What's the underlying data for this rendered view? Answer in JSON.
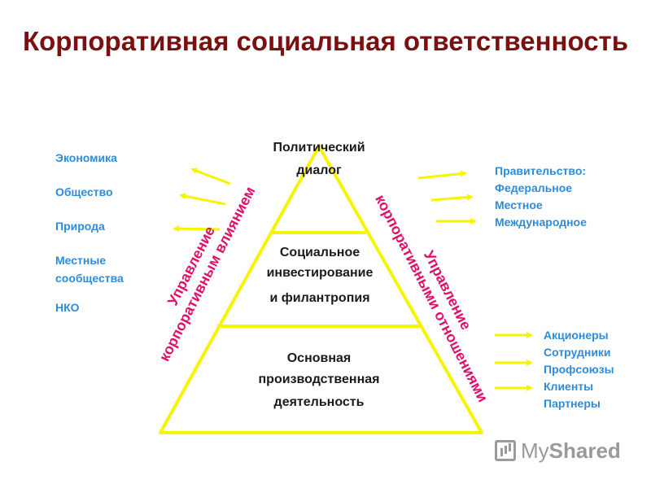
{
  "title": "Корпоративная социальная ответственность",
  "pyramid": {
    "top": [
      "Политический",
      "диалог"
    ],
    "middle": [
      "Социальное",
      "инвестирование",
      "и филантропия"
    ],
    "bottom": [
      "Основная",
      "производственная",
      "деятельность"
    ]
  },
  "left_side": {
    "rotated": [
      "Управление",
      "корпоративным влиянием"
    ],
    "items": [
      "Экономика",
      "Общество",
      "Природа",
      "Местные",
      "сообщества",
      "НКО"
    ]
  },
  "right_side": {
    "rotated": [
      "Управление",
      "корпоративными отношениями"
    ],
    "government": [
      "Правительство:",
      "Федеральное",
      "Местное",
      "Международное"
    ],
    "stakeholders": [
      "Акционеры",
      "Сотрудники",
      "Профсоюзы",
      "Клиенты",
      "Партнеры"
    ]
  },
  "watermark": {
    "my": "My",
    "shared": "Shared"
  },
  "colors": {
    "title": "#7a1010",
    "pyramid_stroke": "#f5f500",
    "arrow": "#f5f500",
    "rotated_text": "#e0106a",
    "list_text": "#2e8bd8"
  }
}
